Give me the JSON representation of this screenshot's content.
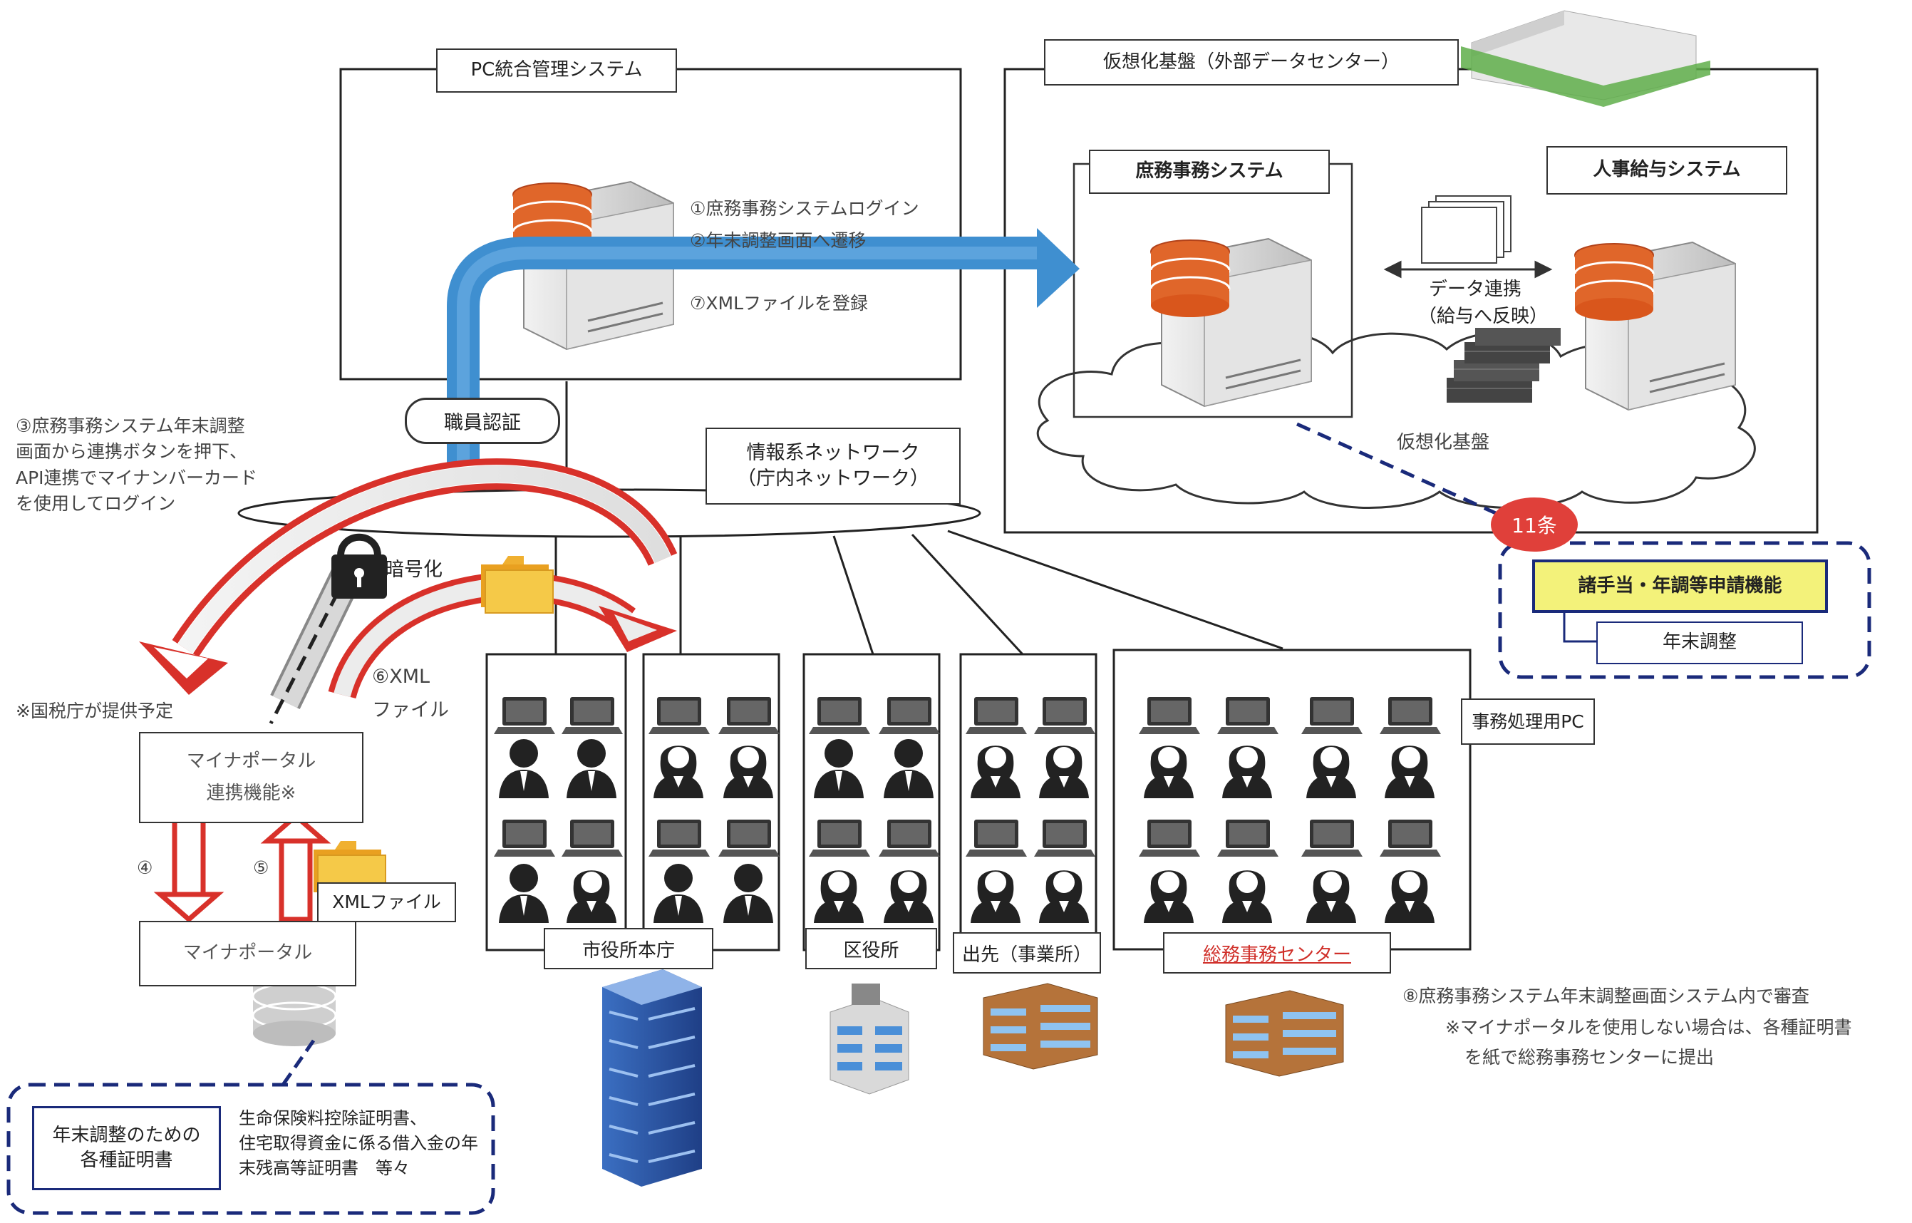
{
  "pc_system": {
    "title": "PC統合管理システム"
  },
  "virtual_base": {
    "title": "仮想化基盤（外部データセンター）",
    "cloud_label": "仮想化基盤"
  },
  "gyomu_system": {
    "title": "庶務事務システム"
  },
  "jinji_system": {
    "title": "人事給与システム"
  },
  "data_link": {
    "line1": "データ連携",
    "line2": "（給与へ反映）"
  },
  "steps": {
    "s1": "①庶務事務システムログイン",
    "s2": "②年末調整画面へ遷移",
    "s7": "⑦XMLファイルを登録",
    "s3_l1": "③庶務事務システム年末調整",
    "s3_l2": "画面から連携ボタンを押下、",
    "s3_l3": "API連携でマイナンバーカード",
    "s3_l4": "を使用してログイン",
    "s4": "④",
    "s5": "⑤",
    "s6_l1": "⑥XML",
    "s6_l2": "ファイル",
    "s8": "⑧庶務事務システム年末調整画面システム内で審査",
    "note_l1": "※マイナポータルを使用しない場合は、各種証明書",
    "note_l2": "を紙で総務事務センターに提出"
  },
  "auth": {
    "label": "職員認証"
  },
  "network": {
    "line1": "情報系ネットワーク",
    "line2": "（庁内ネットワーク）"
  },
  "encryption": {
    "label": "暗号化"
  },
  "tax_note": "※国税庁が提供予定",
  "mynaportal_link": {
    "line1": "マイナポータル",
    "line2": "連携機能※"
  },
  "mynaportal": {
    "label": "マイナポータル"
  },
  "xml_file": {
    "label": "XMLファイル"
  },
  "certs": {
    "box_l1": "年末調整のための",
    "box_l2": "各種証明書",
    "desc_l1": "生命保険料控除証明書、",
    "desc_l2": "住宅取得資金に係る借入金の年",
    "desc_l3": "末残高等証明書　等々"
  },
  "article11": {
    "badge": "11条",
    "feature": "諸手当・年調等申請機能",
    "sub": "年末調整"
  },
  "pc_label": "事務処理用PC",
  "offices": {
    "honcho": "市役所本庁",
    "kuyakusho": "区役所",
    "desaki": "出先（事業所）",
    "center": "総務事務センター"
  },
  "colors": {
    "blue_arrow": "#3f8fd0",
    "red_arrow": "#d8312a",
    "navy": "#1a2a7a",
    "server_orange": "#e0662a",
    "highlight_yellow": "#f3f27a"
  }
}
